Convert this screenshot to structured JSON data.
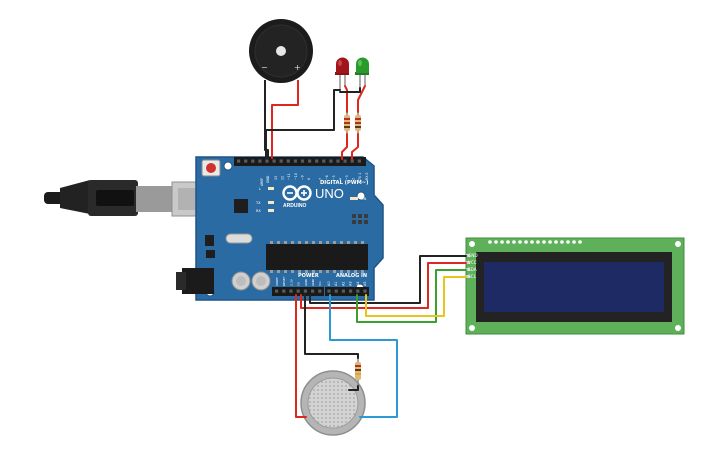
{
  "arduino": {
    "brand": "ARDUINO",
    "model": "UNO",
    "header_digital": "DIGITAL (PWM~)",
    "header_power": "POWER",
    "header_analog": "ANALOG IN",
    "label_aref": "AREF",
    "label_gnd": "GND",
    "label_l": "L",
    "label_tx": "TX",
    "label_rx": "RX",
    "label_on": "ON",
    "digital_pins": [
      "13",
      "12",
      "~11",
      "~10",
      "~9",
      "8",
      "7",
      "~6",
      "~5",
      "4",
      "~3",
      "2",
      "TX 1",
      "RX 0"
    ],
    "power_pins": [
      "IOREF",
      "RESET",
      "3.3V",
      "5V",
      "GND",
      "GND",
      "Vin"
    ],
    "analog_pins": [
      "A0",
      "A1",
      "A2",
      "A3",
      "A4",
      "A5"
    ]
  },
  "lcd": {
    "pins": [
      "GND",
      "VCC",
      "SDA",
      "SCL"
    ]
  },
  "buzzer": {
    "minus": "−",
    "plus": "+"
  },
  "colors": {
    "board": "#2b6ba3",
    "board_dark": "#1f5486",
    "lcd_pcb": "#5fb05a",
    "lcd_screen": "#1d2a63",
    "wire_red": "#e0271e",
    "wire_black": "#222222",
    "wire_yellow": "#e8c51c",
    "wire_green": "#3aa12e",
    "wire_blue": "#2b9ad3",
    "led_red": "#a1151b",
    "led_green": "#2b9a2c"
  }
}
